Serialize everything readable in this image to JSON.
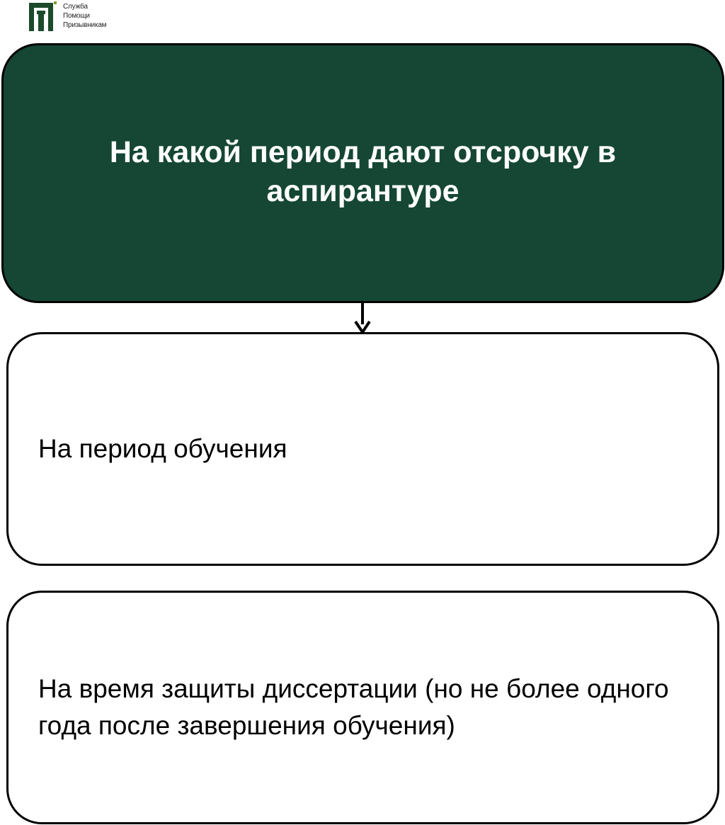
{
  "brand": {
    "lines": [
      "Служба",
      "Помощи",
      "Призывникам"
    ]
  },
  "question": "На какой период дают отсрочку в аспирантуре",
  "answers": [
    "На период обучения",
    "На время защиты диссертации (но не более одного года после завершения обучения)"
  ],
  "colors": {
    "question_box": "#154734",
    "answer_box": "#ffffff",
    "border": "#000000",
    "question_text": "#ffffff",
    "answer_text": "#000000",
    "logo": "#1c4a2b"
  },
  "icons": {
    "logo": "brand-logo-icon",
    "connector": "arrow-down-icon"
  }
}
